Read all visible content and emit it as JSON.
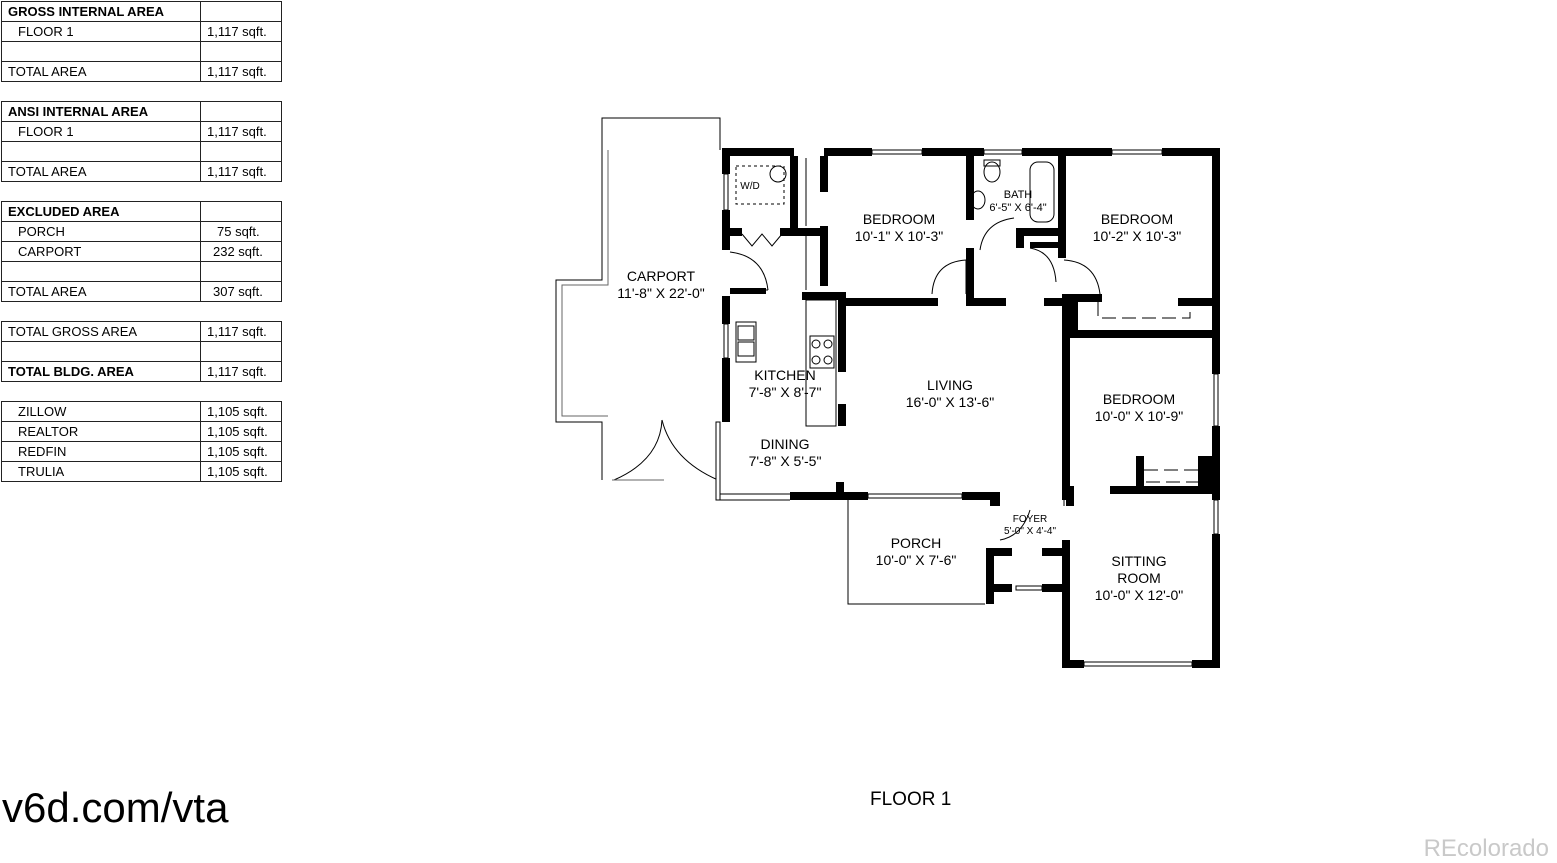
{
  "tables": {
    "gross": {
      "title": "GROSS INTERNAL AREA",
      "rows": [
        {
          "label": "FLOOR 1",
          "value": "1,117 sqft."
        },
        {
          "label": "",
          "value": ""
        },
        {
          "label": "TOTAL AREA",
          "value": "1,117 sqft."
        }
      ]
    },
    "ansi": {
      "title": "ANSI INTERNAL AREA",
      "rows": [
        {
          "label": "FLOOR 1",
          "value": "1,117 sqft."
        },
        {
          "label": "",
          "value": ""
        },
        {
          "label": "TOTAL AREA",
          "value": "1,117 sqft."
        }
      ]
    },
    "excluded": {
      "title": "EXCLUDED AREA",
      "rows": [
        {
          "label": "PORCH",
          "value": "75 sqft."
        },
        {
          "label": "CARPORT",
          "value": "232 sqft."
        },
        {
          "label": "",
          "value": ""
        },
        {
          "label": "TOTAL AREA",
          "value": "307 sqft."
        }
      ]
    },
    "totals": {
      "gross_label": "TOTAL GROSS AREA",
      "gross_value": "1,117 sqft.",
      "bldg_label": "TOTAL BLDG. AREA",
      "bldg_value": "1,117 sqft."
    },
    "listings": [
      {
        "label": "ZILLOW",
        "value": "1,105 sqft."
      },
      {
        "label": "REALTOR",
        "value": "1,105 sqft."
      },
      {
        "label": "REDFIN",
        "value": "1,105 sqft."
      },
      {
        "label": "TRULIA",
        "value": "1,105 sqft."
      }
    ]
  },
  "rooms": {
    "carport": {
      "name": "CARPORT",
      "dims": "11'-8\" X 22'-0\""
    },
    "wd": {
      "name": "W/D"
    },
    "bedroom1": {
      "name": "BEDROOM",
      "dims": "10'-1\" X 10'-3\""
    },
    "bath": {
      "name": "BATH",
      "dims": "6'-5\" X 6'-4\""
    },
    "bedroom2": {
      "name": "BEDROOM",
      "dims": "10'-2\" X 10'-3\""
    },
    "kitchen": {
      "name": "KITCHEN",
      "dims": "7'-8\" X 8'-7\""
    },
    "living": {
      "name": "LIVING",
      "dims": "16'-0\" X 13'-6\""
    },
    "bedroom3": {
      "name": "BEDROOM",
      "dims": "10'-0\" X 10'-9\""
    },
    "dining": {
      "name": "DINING",
      "dims": "7'-8\" X 5'-5\""
    },
    "foyer": {
      "name": "FOYER",
      "dims": "5'-0\" X 4'-4\""
    },
    "porch": {
      "name": "PORCH",
      "dims": "10'-0\" X 7'-6\""
    },
    "sitting": {
      "name": "SITTING",
      "name2": "ROOM",
      "dims": "10'-0\" X 12'-0\""
    }
  },
  "footer": {
    "url": "v6d.com/vta",
    "floor_label": "FLOOR 1",
    "watermark": "REcolorado"
  }
}
